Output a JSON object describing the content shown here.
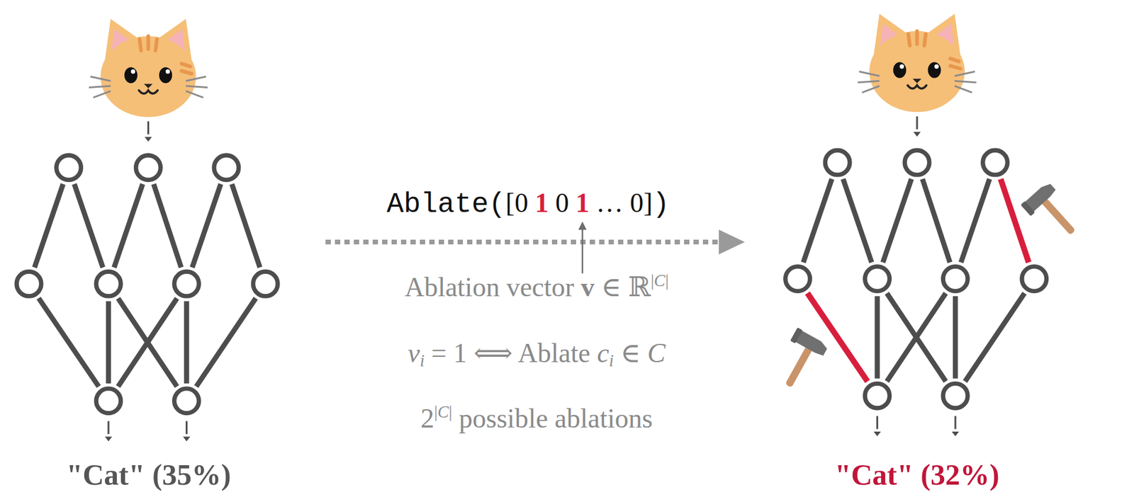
{
  "diagram": {
    "nodes": [
      {
        "text": [
          "\"Cat\" (35%)"
        ]
      },
      {
        "text": [
          "\"Cat\" (32%)"
        ]
      }
    ],
    "edges": [
      {
        "from": 0,
        "to": 1,
        "arrow": "to",
        "label": "Ablate([0 1 0 1 … 0])"
      }
    ],
    "labels": [
      "Ablation vector v ∈ ℝ|C|",
      "vi = 1 ⟺ Ablate ci ∈ C",
      "2|C| possible ablations"
    ]
  }
}
